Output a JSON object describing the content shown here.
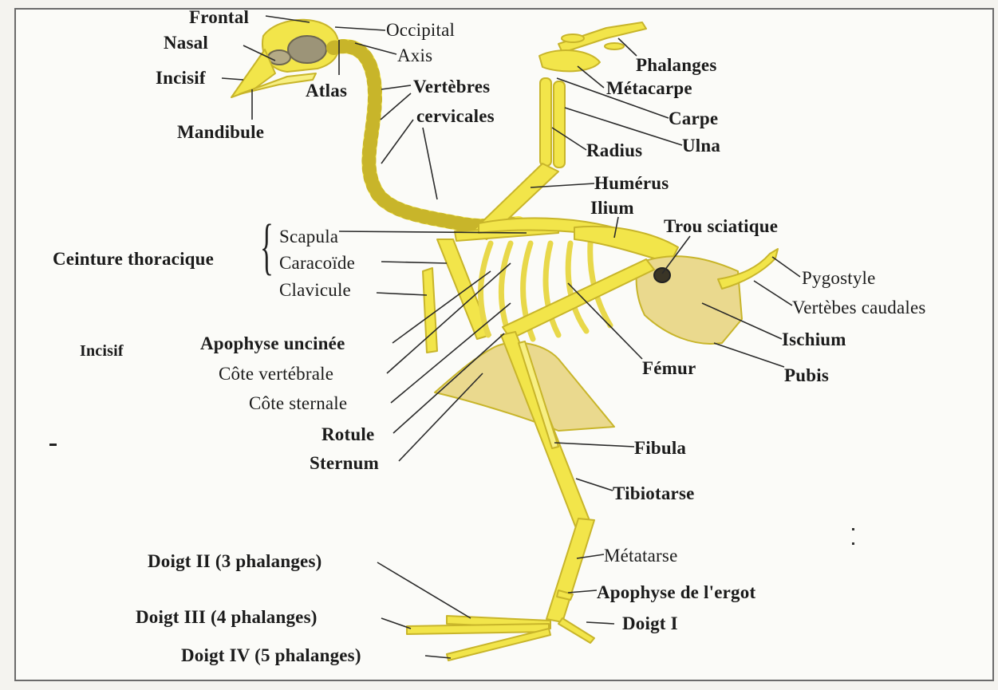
{
  "colors": {
    "bone": "#f2e54a",
    "bone_light": "#f7ef82",
    "bone_edge": "#c8b52a",
    "membrane": "#ead98e",
    "leader": "#2a2a2a",
    "text": "#1b1b1b"
  },
  "labels": {
    "frontal": "Frontal",
    "occipital": "Occipital",
    "nasal": "Nasal",
    "axis": "Axis",
    "incisif_head": "Incisif",
    "atlas": "Atlas",
    "vertebres": "Vertèbres",
    "cervicales": "cervicales",
    "mandibule": "Mandibule",
    "phalanges": "Phalanges",
    "metacarpe": "Métacarpe",
    "carpe": "Carpe",
    "ulna": "Ulna",
    "radius": "Radius",
    "humerus": "Humérus",
    "ilium": "Ilium",
    "trou_sciatique": "Trou sciatique",
    "ceinture": "Ceinture thoracique",
    "scapula": "Scapula",
    "caracoide": "Caracoïde",
    "clavicule": "Clavicule",
    "pygostyle": "Pygostyle",
    "vertebes_caudales": "Vertèbes caudales",
    "ischium": "Ischium",
    "pubis": "Pubis",
    "femur": "Fémur",
    "apophyse_uncinee": "Apophyse uncinée",
    "incisif_left": "Incisif",
    "cote_vertebrale": "Côte vertébrale",
    "cote_sternale": "Côte sternale",
    "rotule": "Rotule",
    "sternum": "Sternum",
    "fibula": "Fibula",
    "tibiotarse": "Tibiotarse",
    "metatarse": "Métatarse",
    "apophyse_ergot": "Apophyse de l'ergot",
    "doigt_1": "Doigt I",
    "doigt_2": "Doigt II (3 phalanges)",
    "doigt_3": "Doigt III (4 phalanges)",
    "doigt_4": "Doigt IV (5 phalanges)"
  }
}
